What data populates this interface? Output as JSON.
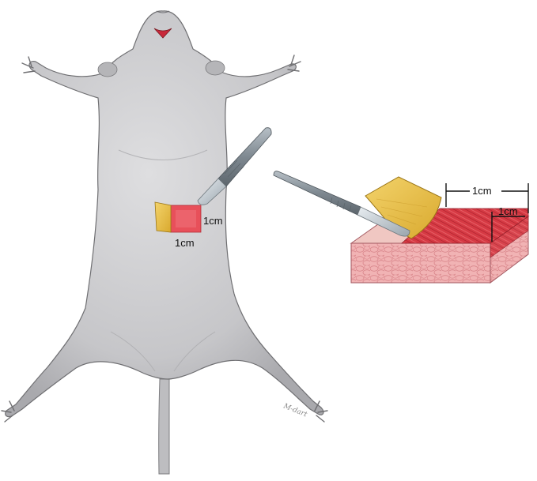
{
  "figure": {
    "labels": {
      "wound_width": "1cm",
      "wound_height": "1cm",
      "block_width": "1cm",
      "block_depth": "1cm"
    },
    "signature": "M-dart"
  },
  "colors": {
    "body": "#c9c9cb",
    "body_shadow": "#a8a8ab",
    "wound": "#e8505a",
    "skin_flap": "#e9c24a",
    "muscle": "#d93a44",
    "subcutaneous": "#f2b8b8",
    "scalpel": "#8c959d"
  },
  "icons": {
    "scalpel": "scalpel-icon",
    "rat": "rat-body-icon"
  }
}
